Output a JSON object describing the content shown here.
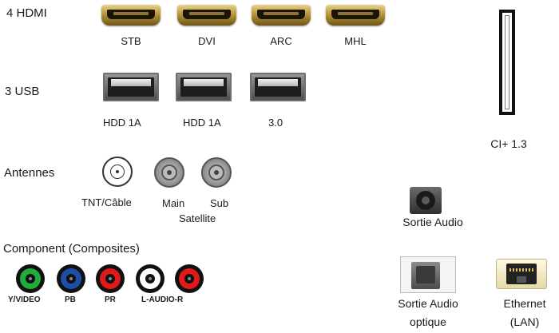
{
  "hdmi": {
    "label": "4 HDMI",
    "ports": [
      "STB",
      "DVI",
      "ARC",
      "MHL"
    ],
    "icon": "hdmi-port-icon"
  },
  "usb": {
    "label": "3 USB",
    "ports": [
      "HDD 1A",
      "HDD 1A",
      "3.0"
    ],
    "icon": "usb-port-icon"
  },
  "antennas": {
    "label": "Antennes",
    "tnt_label": "TNT/Câble",
    "main_label": "Main",
    "sub_label": "Sub",
    "satellite_label": "Satellite"
  },
  "component": {
    "label": "Component (Composites)",
    "jack_colors": [
      "#1fae3a",
      "#1d4fa8",
      "#e01a1a",
      "#ffffff",
      "#e01a1a"
    ],
    "labels": [
      "Y/VIDEO",
      "PB",
      "PR",
      "L-AUDIO-R"
    ]
  },
  "ci": {
    "label": "CI+ 1.3"
  },
  "audio_out": {
    "label": "Sortie Audio"
  },
  "optical_out": {
    "line1": "Sortie Audio",
    "line2": "optique"
  },
  "ethernet": {
    "line1": "Ethernet",
    "line2": "(LAN)"
  }
}
